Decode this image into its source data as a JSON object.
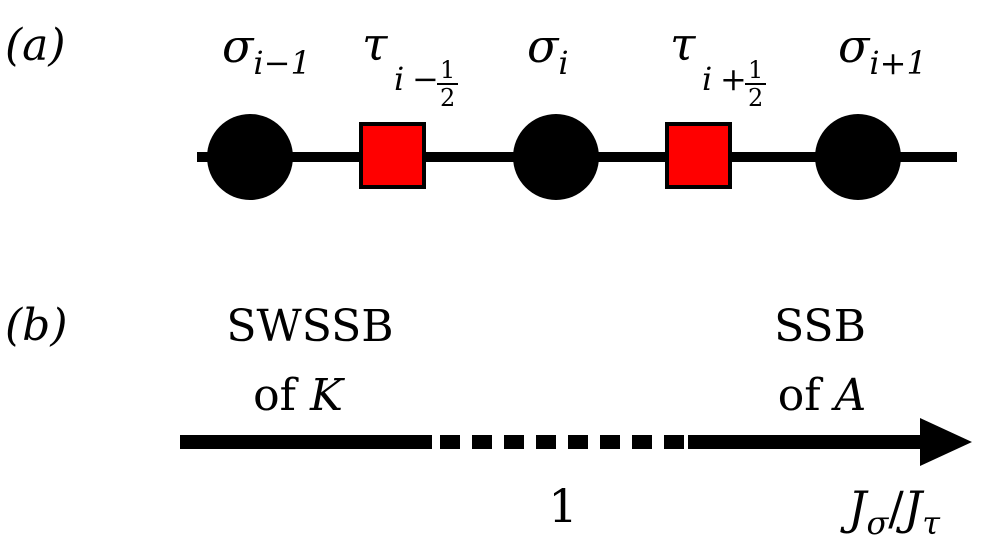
{
  "panel_a": {
    "label": "(a)",
    "sites": [
      {
        "kind": "sigma",
        "symbol": "σ",
        "subscript": "i−1"
      },
      {
        "kind": "tau",
        "symbol": "τ",
        "sub_var": "i",
        "sub_op": "−",
        "sub_num": "1",
        "sub_den": "2"
      },
      {
        "kind": "sigma",
        "symbol": "σ",
        "subscript": "i"
      },
      {
        "kind": "tau",
        "symbol": "τ",
        "sub_var": "i",
        "sub_op": "+",
        "sub_num": "1",
        "sub_den": "2"
      },
      {
        "kind": "sigma",
        "symbol": "σ",
        "subscript": "i+1"
      }
    ],
    "colors": {
      "sigma": "#000000",
      "tau_fill": "#ff0000",
      "tau_stroke": "#000000",
      "chain": "#000000"
    }
  },
  "panel_b": {
    "label": "(b)",
    "left_phase": {
      "line1": "SWSSB",
      "line2_prefix": "of ",
      "line2_symbol": "K"
    },
    "right_phase": {
      "line1": "SSB",
      "line2_prefix": "of ",
      "line2_symbol": "A"
    },
    "critical_point": "1",
    "axis": {
      "numerator_symbol": "J",
      "numerator_sub": "σ",
      "slash": "/",
      "denominator_symbol": "J",
      "denominator_sub": "τ"
    }
  }
}
